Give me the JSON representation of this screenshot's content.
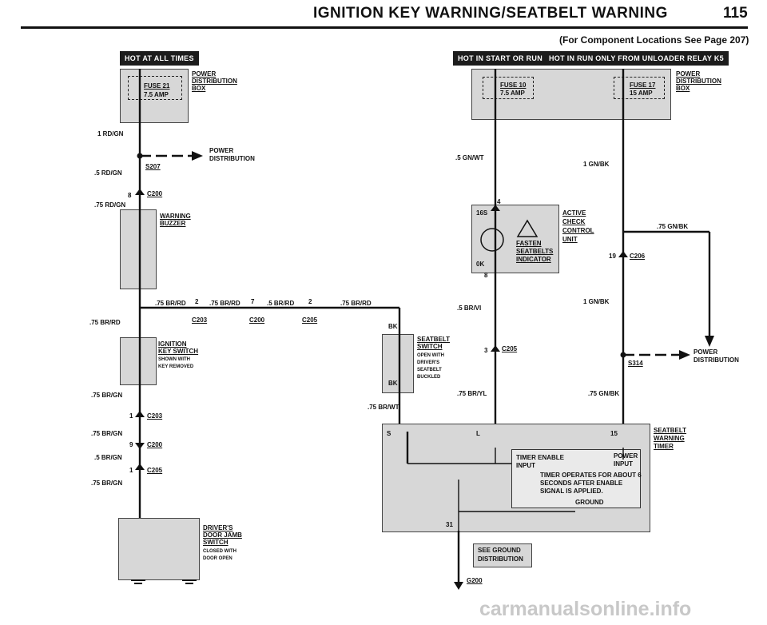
{
  "header": {
    "title": "IGNITION KEY WARNING/SEATBELT WARNING",
    "page_number": "115",
    "subtitle": "(For Component Locations See Page 207)"
  },
  "banners": {
    "hot_all": "HOT AT ALL TIMES",
    "hot_start_run": "HOT IN START OR RUN",
    "hot_run_k5": "HOT IN RUN ONLY FROM UNLOADER RELAY K5"
  },
  "left": {
    "fuse21": "FUSE 21",
    "fuse21_amp": "7.5 AMP",
    "power_dist_box": [
      "POWER",
      "DISTRIBUTION",
      "BOX"
    ],
    "w_1rdgn": "1 RD/GN",
    "power_dist_arrow": [
      "POWER",
      "DISTRIBUTION"
    ],
    "s207": "S207",
    "w_5rdgn": ".5 RD/GN",
    "c200_pin": "8",
    "c200": "C200",
    "w_75rdgn": ".75 RD/GN",
    "buzzer": [
      "WARNING",
      "BUZZER"
    ],
    "w_75brrd_a": ".75 BR/RD",
    "pin2a": "2",
    "w_75brrd_b": ".75 BR/RD",
    "pin7": "7",
    "w_5brrd": ".5 BR/RD",
    "pin2b": "2",
    "w_75brrd_c": ".75 BR/RD",
    "c203_h": "C203",
    "c200_h": "C200",
    "c205_h": "C205",
    "w_75brrd_left": ".75 BR/RD",
    "ign_switch": [
      "IGNITION",
      "KEY SWITCH"
    ],
    "ign_note": [
      "SHOWN WITH",
      "KEY REMOVED"
    ],
    "w_75brgn_1": ".75 BR/GN",
    "c203_pin": "1",
    "c203": "C203",
    "w_75brgn_2": ".75 BR/GN",
    "c200b_pin": "9",
    "c200b": "C200",
    "w_5brgn": ".5 BR/GN",
    "c205_pin": "1",
    "c205": "C205",
    "w_75brgn_3": ".75 BR/GN",
    "door_switch": [
      "DRIVER'S",
      "DOOR JAMB",
      "SWITCH"
    ],
    "door_note": [
      "CLOSED WITH",
      "DOOR OPEN"
    ]
  },
  "middle": {
    "bk_top": "BK",
    "seatbelt_switch": [
      "SEATBELT",
      "SWITCH"
    ],
    "seatbelt_note": [
      "OPEN WITH",
      "DRIVER'S",
      "SEATBELT",
      "BUCKLED"
    ],
    "bk_bot": "BK",
    "w_75brwt": ".75 BR/WT"
  },
  "right": {
    "fuse10": "FUSE 10",
    "fuse10_amp": "7.5 AMP",
    "fuse17": "FUSE 17",
    "fuse17_amp": "15 AMP",
    "power_dist_box": [
      "POWER",
      "DISTRIBUTION",
      "BOX"
    ],
    "w_5gnwt": ".5 GN/WT",
    "w_1gnbk_a": "1 GN/BK",
    "pin4": "4",
    "t_16s": "16S",
    "t_0k": "0K",
    "pin8": "8",
    "fasten": [
      "FASTEN",
      "SEATBELTS",
      "INDICATOR"
    ],
    "acc": [
      "ACTIVE",
      "CHECK",
      "CONTROL",
      "UNIT"
    ],
    "w_75gnbk_a": ".75 GN/BK",
    "c206_pin": "19",
    "c206": "C206",
    "w_5brvi": ".5 BR/VI",
    "w_1gnbk_b": "1 GN/BK",
    "c205_pin": "3",
    "c205": "C205",
    "power_dist_arrow": [
      "POWER",
      "DISTRIBUTION"
    ],
    "s314": "S314",
    "w_75bryl": ".75 BR/YL",
    "w_75gnbk_b": ".75 GN/BK",
    "timer_label": [
      "SEATBELT",
      "WARNING",
      "TIMER"
    ],
    "t_s": "S",
    "t_l": "L",
    "t_15": "15",
    "t_31": "31",
    "timer_enable": [
      "TIMER ENABLE",
      "INPUT"
    ],
    "power_input": [
      "POWER",
      "INPUT"
    ],
    "timer_desc": [
      "TIMER OPERATES FOR ABOUT 6",
      "SECONDS AFTER ENABLE",
      "SIGNAL IS APPLIED."
    ],
    "ground": "GROUND",
    "see_ground": [
      "SEE GROUND",
      "DISTRIBUTION"
    ],
    "g200": "G200"
  },
  "watermark": "carmanualsonline.info"
}
